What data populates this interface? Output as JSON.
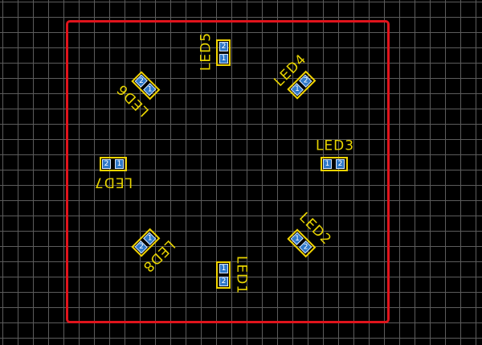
{
  "board": {
    "grid_color": "#5c5c5c",
    "outline_color": "#e0141c",
    "silkscreen_color": "#f2d400",
    "pad_color": "#2f78c8",
    "components": [
      {
        "designator": "LED1",
        "pad_a": "1",
        "pad_b": "2"
      },
      {
        "designator": "LED2",
        "pad_a": "1",
        "pad_b": "2"
      },
      {
        "designator": "LED3",
        "pad_a": "1",
        "pad_b": "2"
      },
      {
        "designator": "LED4",
        "pad_a": "1",
        "pad_b": "2"
      },
      {
        "designator": "LED5",
        "pad_a": "1",
        "pad_b": "2"
      },
      {
        "designator": "LED6",
        "pad_a": "1",
        "pad_b": "2"
      },
      {
        "designator": "LED7",
        "pad_a": "1",
        "pad_b": "2"
      },
      {
        "designator": "LED8",
        "pad_a": "1",
        "pad_b": "2"
      }
    ]
  }
}
